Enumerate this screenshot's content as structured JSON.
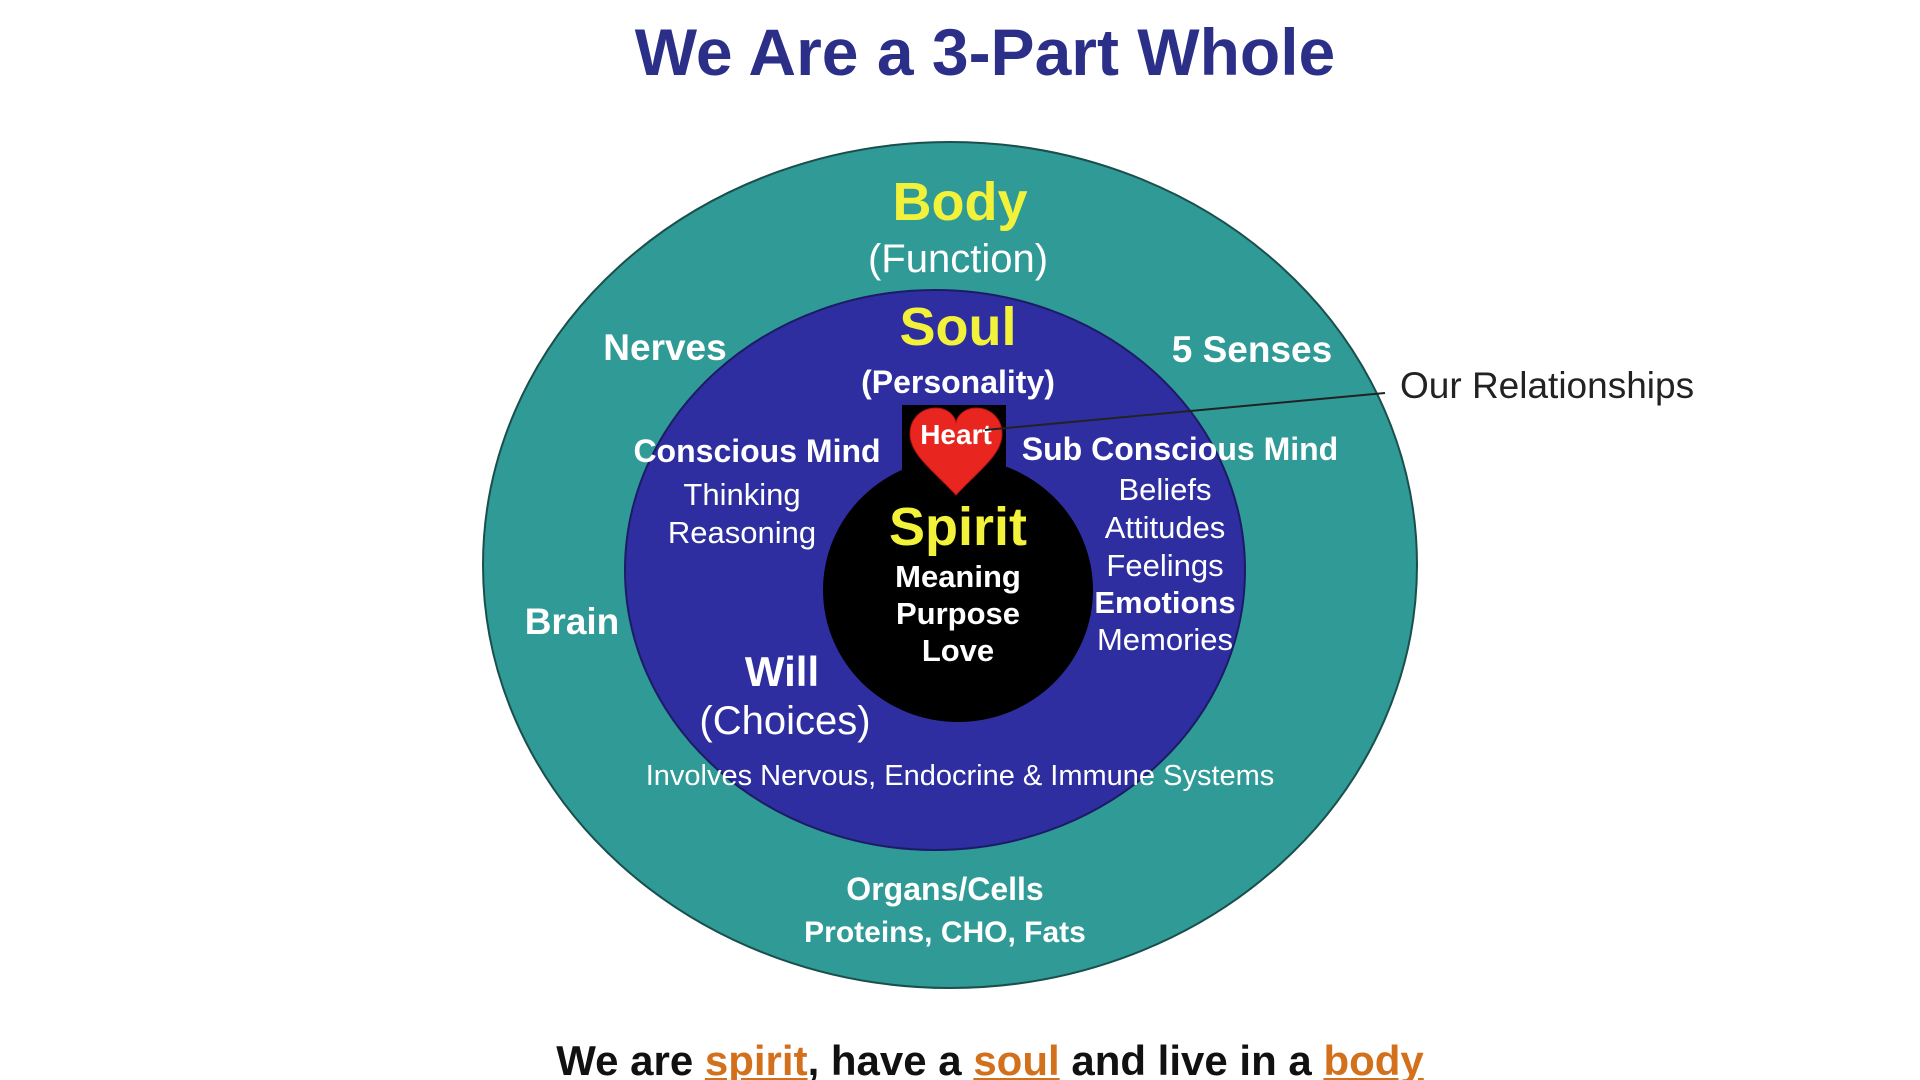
{
  "title": "We Are a 3-Part Whole",
  "colors": {
    "title": "#2b2f87",
    "body_ring": "#2f9a96",
    "soul_ring": "#2e2ea0",
    "spirit_core": "#000000",
    "highlight_text": "#f2f23a",
    "white_text": "#ffffff",
    "heart": "#e8261f",
    "link": "#d2701c",
    "relationship_line": "#222222"
  },
  "icons": {
    "heart": "heart-icon"
  },
  "body": {
    "heading": "Body",
    "subheading": "(Function)",
    "nerves": "Nerves",
    "senses": "5 Senses",
    "brain": "Brain",
    "organs": "Organs/Cells",
    "nutrients": "Proteins, CHO, Fats"
  },
  "soul": {
    "heading": "Soul",
    "subheading": "(Personality)",
    "conscious_mind": {
      "heading": "Conscious Mind",
      "items": [
        "Thinking",
        "Reasoning"
      ]
    },
    "subconscious_mind": {
      "heading": "Sub Conscious Mind",
      "items": [
        "Beliefs",
        "Attitudes",
        "Feelings",
        "Emotions",
        "Memories"
      ]
    },
    "will": {
      "heading": "Will",
      "subheading": "(Choices)"
    },
    "systems": "Involves Nervous, Endocrine & Immune Systems"
  },
  "heart": {
    "label": "Heart",
    "relationship_label": "Our Relationships"
  },
  "spirit": {
    "heading": "Spirit",
    "items": [
      "Meaning",
      "Purpose",
      "Love"
    ]
  },
  "footer": {
    "part1": "We are ",
    "spirit_link": "spirit",
    "part2": ", have a ",
    "soul_link": "soul",
    "part3": " and live in a ",
    "body_link": "body"
  }
}
